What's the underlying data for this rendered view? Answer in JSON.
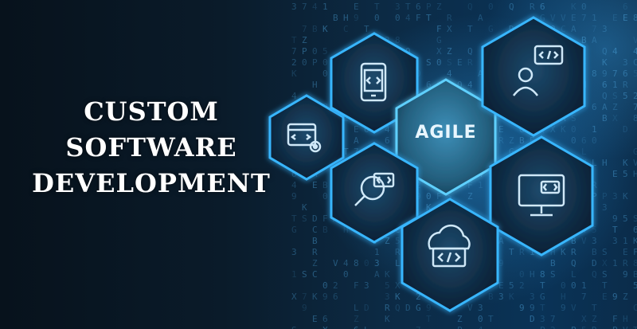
{
  "headline": {
    "line1": "CUSTOM",
    "line2": "SOFTWARE",
    "line3": "DEVELOPMENT"
  },
  "hexagons": [
    {
      "name": "code-settings-icon"
    },
    {
      "name": "mobile-code-icon"
    },
    {
      "name": "agile-hexagon",
      "label": "AGILE"
    },
    {
      "name": "developer-icon"
    },
    {
      "name": "code-search-icon"
    },
    {
      "name": "monitor-code-icon"
    },
    {
      "name": "cloud-code-icon"
    }
  ],
  "colors": {
    "glow": "#39b6ff",
    "hex_fill": "#12324c",
    "text": "#ffffff"
  }
}
